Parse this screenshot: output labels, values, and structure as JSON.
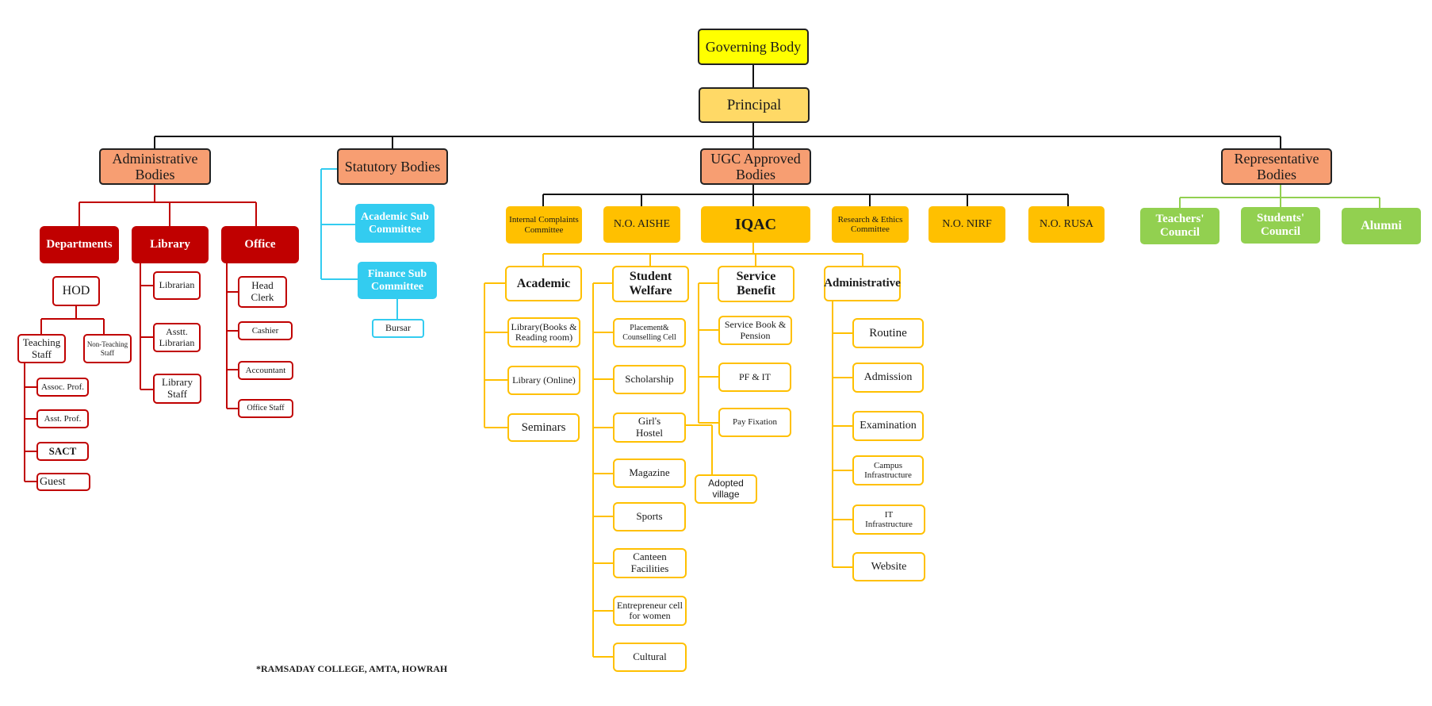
{
  "footnote": "*RAMSADAY COLLEGE, AMTA, HOWRAH",
  "top": {
    "governing_body": "Governing Body",
    "principal": "Principal"
  },
  "groups": {
    "administrative": "Administrative Bodies",
    "statutory": "Statutory Bodies",
    "ugc": "UGC Approved Bodies",
    "representative": "Representative Bodies"
  },
  "admin": {
    "departments": "Departments",
    "library": "Library",
    "office": "Office",
    "hod": "HOD",
    "teaching_staff": "Teaching Staff",
    "non_teaching_staff": "Non-Teaching Staff",
    "assoc_prof": "Assoc. Prof.",
    "asst_prof": "Asst. Prof.",
    "sact": "SACT",
    "guest": "Guest",
    "librarian": "Librarian",
    "asstt_librarian": "Asstt. Librarian",
    "library_staff": "Library Staff",
    "head_clerk": "Head Clerk",
    "cashier": "Cashier",
    "accountant": "Accountant",
    "office_staff": "Office Staff"
  },
  "statutory": {
    "academic_sub": "Academic Sub Committee",
    "finance_sub": "Finance Sub Committee",
    "bursar": "Bursar"
  },
  "ugc": {
    "icc": "Internal Complaints Committee",
    "aishe": "N.O. AISHE",
    "iqac": "IQAC",
    "research": "Research & Ethics Committee",
    "nirf": "N.O. NIRF",
    "rusa": "N.O. RUSA"
  },
  "iqac": {
    "academic": "Academic",
    "student_welfare": "Student Welfare",
    "service_benefit": "Service Benefit",
    "administrative": "Administrative",
    "academic_items": [
      "Library(Books & Reading room)",
      "Library (Online)",
      "Seminars"
    ],
    "welfare_items": [
      "Placement& Counselling Cell",
      "Scholarship",
      "Girl's Hostel",
      "Magazine",
      "Sports",
      "Canteen Facilities",
      "Entrepreneur cell for women",
      "Cultural"
    ],
    "adopted_village": "Adopted village",
    "service_items": [
      "Service Book & Pension",
      "PF & IT",
      "Pay Fixation"
    ],
    "admin_items": [
      "Routine",
      "Admission",
      "Examination",
      "Campus Infrastructure",
      "IT Infrastructure",
      "Website"
    ]
  },
  "representative": {
    "teachers": "Teachers' Council",
    "students": "Students' Council",
    "alumni": "Alumni"
  },
  "colors": {
    "top": "#ffff00",
    "principal": "#ffd966",
    "group": "#f79e72",
    "admin": "#c00000",
    "statutory": "#33ccf0",
    "ugc": "#ffc000",
    "representative": "#92d050"
  }
}
